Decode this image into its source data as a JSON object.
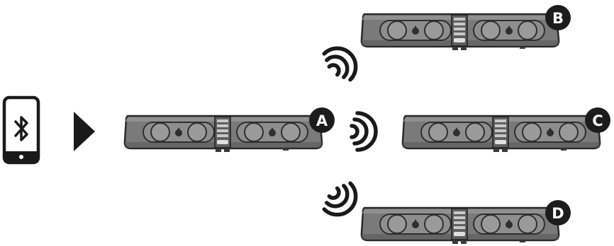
{
  "diagram": {
    "source": {
      "icon": "bluetooth-phone-icon"
    },
    "connector": {
      "icon": "play-arrow-icon"
    },
    "speakers": [
      {
        "id": "A",
        "label": "A"
      },
      {
        "id": "B",
        "label": "B"
      },
      {
        "id": "C",
        "label": "C"
      },
      {
        "id": "D",
        "label": "D"
      }
    ],
    "signals": [
      {
        "icon": "wireless-signal-icon",
        "to": "B"
      },
      {
        "icon": "wireless-signal-icon",
        "to": "C"
      },
      {
        "icon": "wireless-signal-icon",
        "to": "D"
      }
    ],
    "colors": {
      "speaker_body": "#7a7a7a",
      "speaker_outline": "#2a2a2a",
      "badge": "#1c1c1c",
      "icon": "#1a1a1a"
    }
  }
}
